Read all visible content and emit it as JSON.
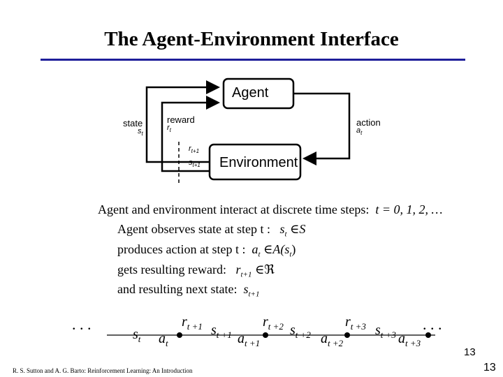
{
  "slide": {
    "title": "The Agent-Environment Interface",
    "colors": {
      "title_rule": "#1f1f9a"
    }
  },
  "diagram": {
    "agent_label": "Agent",
    "environment_label": "Environment",
    "state_label": "state",
    "state_symbol": "s",
    "state_sub": "t",
    "reward_label": "reward",
    "reward_symbol": "r",
    "reward_sub": "t",
    "action_label": "action",
    "action_symbol": "a",
    "action_sub": "t",
    "next_reward_symbol": "r",
    "next_reward_sub": "t+1",
    "next_state_symbol": "s",
    "next_state_sub": "t+1"
  },
  "text": {
    "intro": "Agent and environment interact at discrete time steps:",
    "intro_math": "t = 0, 1, 2, …",
    "line1": "Agent observes state at step t :",
    "line1_math": "s",
    "line1_math_sub": "t",
    "line1_math_tail": " ∈S",
    "line2": "produces action at step t :",
    "line2_math": "a",
    "line2_math_sub": "t",
    "line2_math_tail": " ∈A(s",
    "line2_math_tail_sub": "t",
    "line2_math_close": ")",
    "line3": "gets resulting reward:",
    "line3_math": "r",
    "line3_math_sub": "t+1",
    "line3_math_tail": " ∈ℜ",
    "line4": "and resulting next state:",
    "line4_math": "s",
    "line4_math_sub": "t+1"
  },
  "trajectory": {
    "ellipsis_left": ". . .",
    "ellipsis_right": ". . .",
    "states": [
      {
        "s": "s",
        "sub": "t"
      },
      {
        "s": "s",
        "sub": "t +1"
      },
      {
        "s": "s",
        "sub": "t +2"
      },
      {
        "s": "s",
        "sub": "t +3"
      }
    ],
    "actions": [
      {
        "a": "a",
        "sub": "t"
      },
      {
        "a": "a",
        "sub": "t +1"
      },
      {
        "a": "a",
        "sub": "t +2"
      },
      {
        "a": "a",
        "sub": "t +3"
      }
    ],
    "rewards": [
      {
        "r": "r",
        "sub": "t +1"
      },
      {
        "r": "r",
        "sub": "t +2"
      },
      {
        "r": "r",
        "sub": "t +3"
      }
    ]
  },
  "footer": {
    "credit": "R. S. Sutton and A. G. Barto: Reinforcement Learning: An Introduction",
    "page_number_small": "13",
    "page_number": "13"
  }
}
